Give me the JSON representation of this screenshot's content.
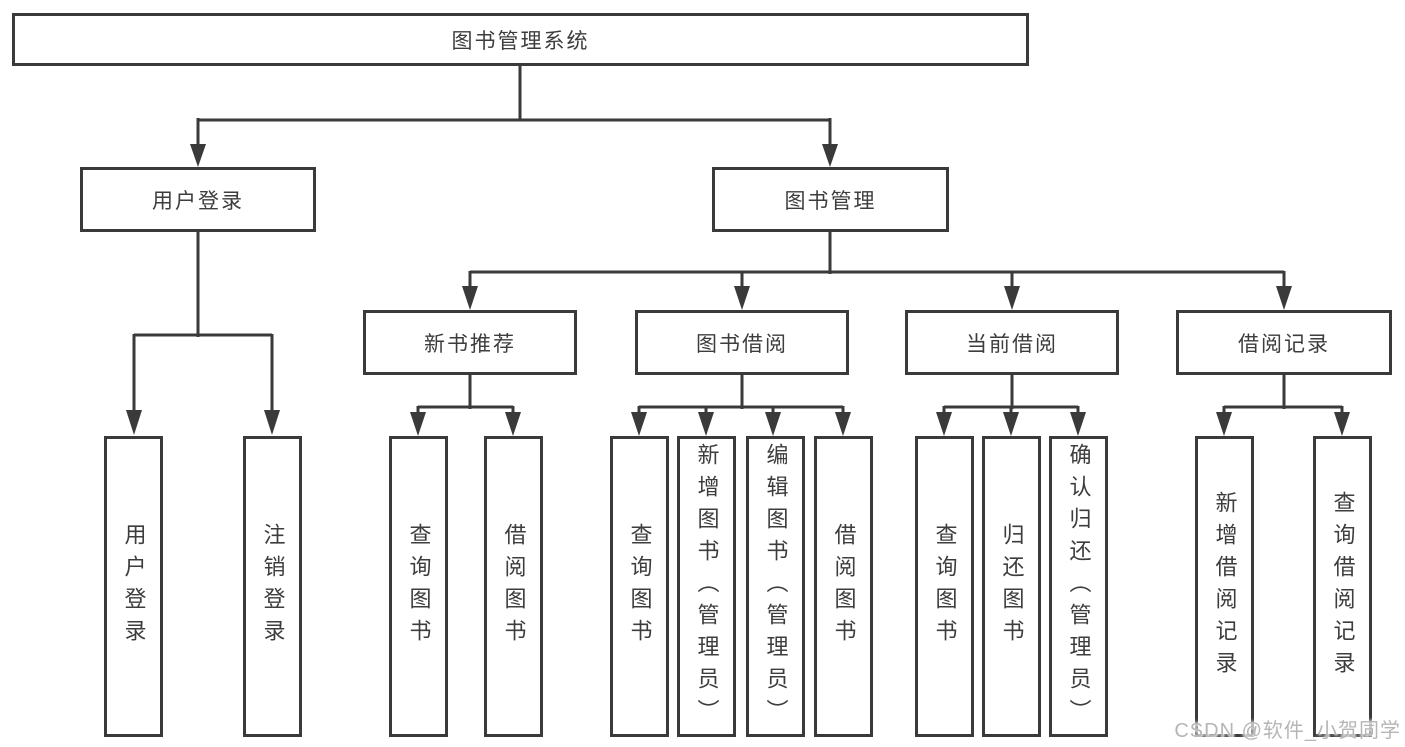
{
  "diagram": {
    "title": "图书管理系统",
    "nodes": {
      "root": "图书管理系统",
      "user_login": "用户登录",
      "book_mgmt": "图书管理",
      "new_books": "新书推荐",
      "book_borrow": "图书借阅",
      "current_borrow": "当前借阅",
      "borrow_record": "借阅记录",
      "leaf_user_login": "用户登录",
      "leaf_logout": "注销登录",
      "leaf_query_books_1": "查询图书",
      "leaf_borrow_books_1": "借阅图书",
      "leaf_query_books_2": "查询图书",
      "leaf_add_books": "新增图书（管理员）",
      "leaf_edit_books": "编辑图书（管理员）",
      "leaf_borrow_books_2": "借阅图书",
      "leaf_query_books_3": "查询图书",
      "leaf_return_books": "归还图书",
      "leaf_confirm_return": "确认归还（管理员）",
      "leaf_add_record": "新增借阅记录",
      "leaf_query_record": "查询借阅记录"
    },
    "hierarchy": {
      "图书管理系统": {
        "用户登录": [
          "用户登录",
          "注销登录"
        ],
        "图书管理": {
          "新书推荐": [
            "查询图书",
            "借阅图书"
          ],
          "图书借阅": [
            "查询图书",
            "新增图书（管理员）",
            "编辑图书（管理员）",
            "借阅图书"
          ],
          "当前借阅": [
            "查询图书",
            "归还图书",
            "确认归还（管理员）"
          ],
          "借阅记录": [
            "新增借阅记录",
            "查询借阅记录"
          ]
        }
      }
    },
    "colors": {
      "line": "#3a3a3a",
      "text": "#3d3d3d",
      "box_fill": "#ffffff",
      "background": "#ffffff",
      "watermark": "#b6b6b6"
    }
  },
  "watermark": {
    "text": "CSDN @软件_小贺同学"
  }
}
